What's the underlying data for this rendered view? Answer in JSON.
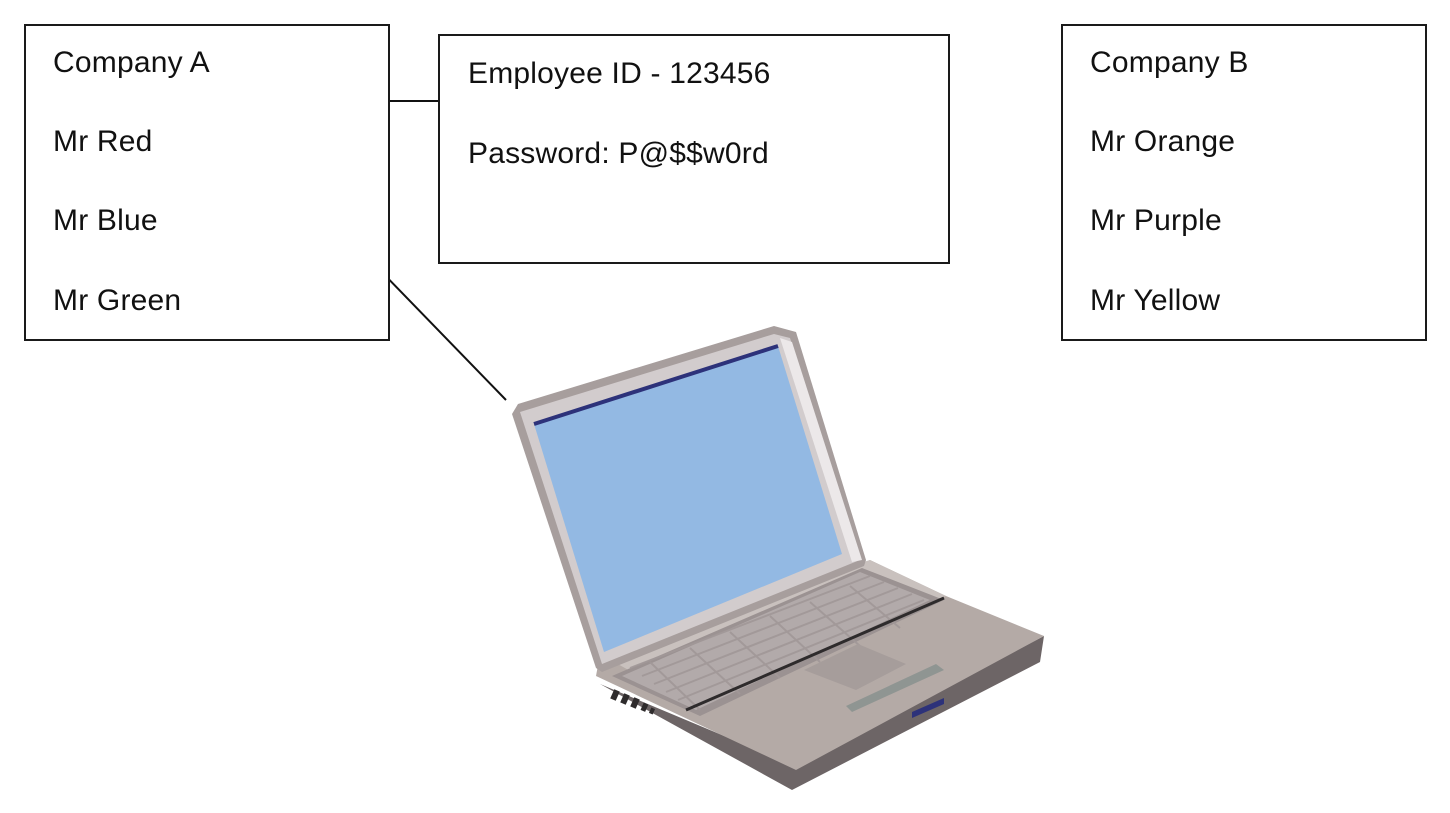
{
  "company_a": {
    "title": "Company A",
    "members": [
      "Mr Red",
      "Mr Blue",
      "Mr Green"
    ]
  },
  "credentials": {
    "employee_id": "Employee ID - 123456",
    "password": "Password: P@$$w0rd"
  },
  "company_b": {
    "title": "Company B",
    "members": [
      "Mr Orange",
      "Mr Purple",
      "Mr Yellow"
    ]
  },
  "icons": {
    "laptop": "laptop-icon"
  },
  "colors": {
    "border": "#1a1a1a",
    "screen": "#93b9e3",
    "screen_edge": "#2d327a",
    "laptop_body": "#b6aaa6",
    "laptop_bezel": "#cfc9cb"
  }
}
